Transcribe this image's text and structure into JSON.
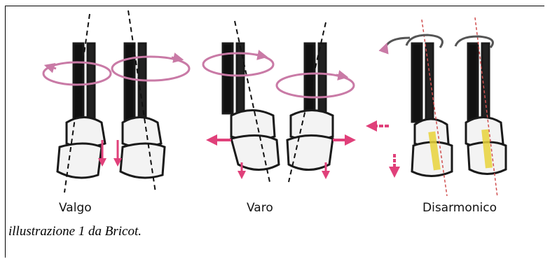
{
  "figure": {
    "labels": {
      "valgo": "Valgo",
      "varo": "Varo",
      "disarmonico": "Disarmonico"
    },
    "caption": "illustrazione  1 da Bricot.",
    "colors": {
      "arrow": "#e0407a",
      "rotation": "#c97aa6",
      "bone_outline": "#1a1a1a",
      "highlight": "#e8d23a",
      "axis_line_red": "#d05050"
    }
  }
}
